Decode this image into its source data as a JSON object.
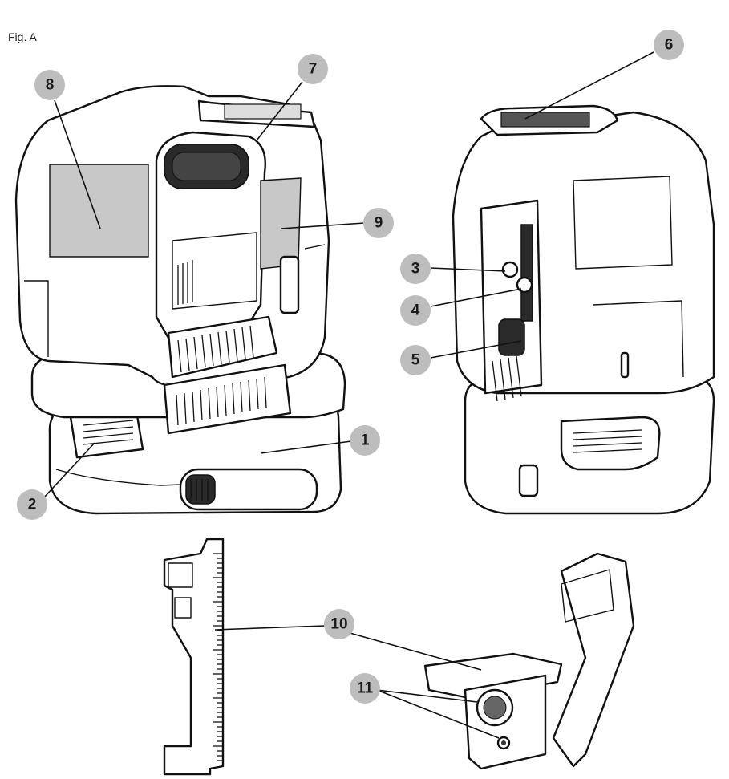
{
  "figure": {
    "label": "Fig. A"
  },
  "callouts": [
    {
      "id": "1",
      "label": "1"
    },
    {
      "id": "2",
      "label": "2"
    },
    {
      "id": "3",
      "label": "3"
    },
    {
      "id": "4",
      "label": "4"
    },
    {
      "id": "5",
      "label": "5"
    },
    {
      "id": "6",
      "label": "6"
    },
    {
      "id": "7",
      "label": "7"
    },
    {
      "id": "8",
      "label": "8"
    },
    {
      "id": "9",
      "label": "9"
    },
    {
      "id": "10",
      "label": "10"
    },
    {
      "id": "11",
      "label": "11"
    }
  ],
  "colors": {
    "callout_fill": "#bdbdbd",
    "panel_grey": "#c8c8c8",
    "outline": "#111111"
  }
}
